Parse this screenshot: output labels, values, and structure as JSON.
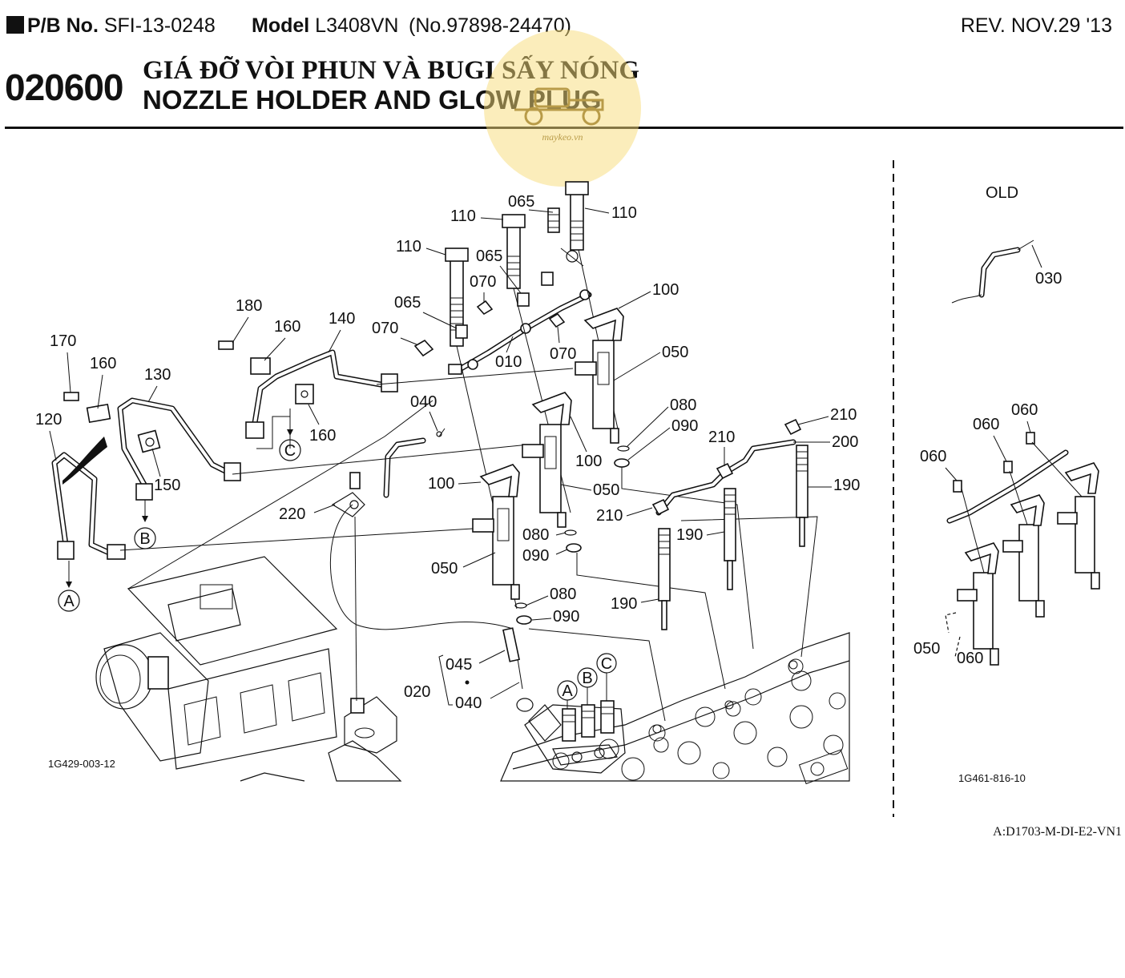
{
  "header": {
    "pb_label": "P/B No.",
    "pb_value": "SFI-13-0248",
    "model_label": "Model",
    "model_value": "L3408VN",
    "model_no": "(No.97898-24470)",
    "revision": "REV. NOV.29 '13"
  },
  "section": {
    "code": "020600",
    "title_vi": "GIÁ ĐỠ VÒI PHUN VÀ BUGI SẤY NÓNG",
    "title_en": "NOZZLE HOLDER AND GLOW PLUG"
  },
  "watermark": {
    "text": "maykeo.vn",
    "icon": "tractor-icon"
  },
  "diagram": {
    "figure_main": "1G429-003-12",
    "figure_old": "1G461-816-10",
    "old_label": "OLD",
    "doc_code": "A:D1703-M-DI-E2-VN1",
    "refs": {
      "a": "A",
      "b": "B",
      "c": "C"
    },
    "parts": {
      "p010": "010",
      "p020": "020",
      "p030": "030",
      "p040": "040",
      "p045": "045",
      "p050": "050",
      "p060": "060",
      "p065": "065",
      "p070": "070",
      "p080": "080",
      "p090": "090",
      "p100": "100",
      "p110": "110",
      "p120": "120",
      "p130": "130",
      "p140": "140",
      "p150": "150",
      "p160": "160",
      "p170": "170",
      "p180": "180",
      "p190": "190",
      "p200": "200",
      "p210": "210",
      "p220": "220"
    }
  }
}
